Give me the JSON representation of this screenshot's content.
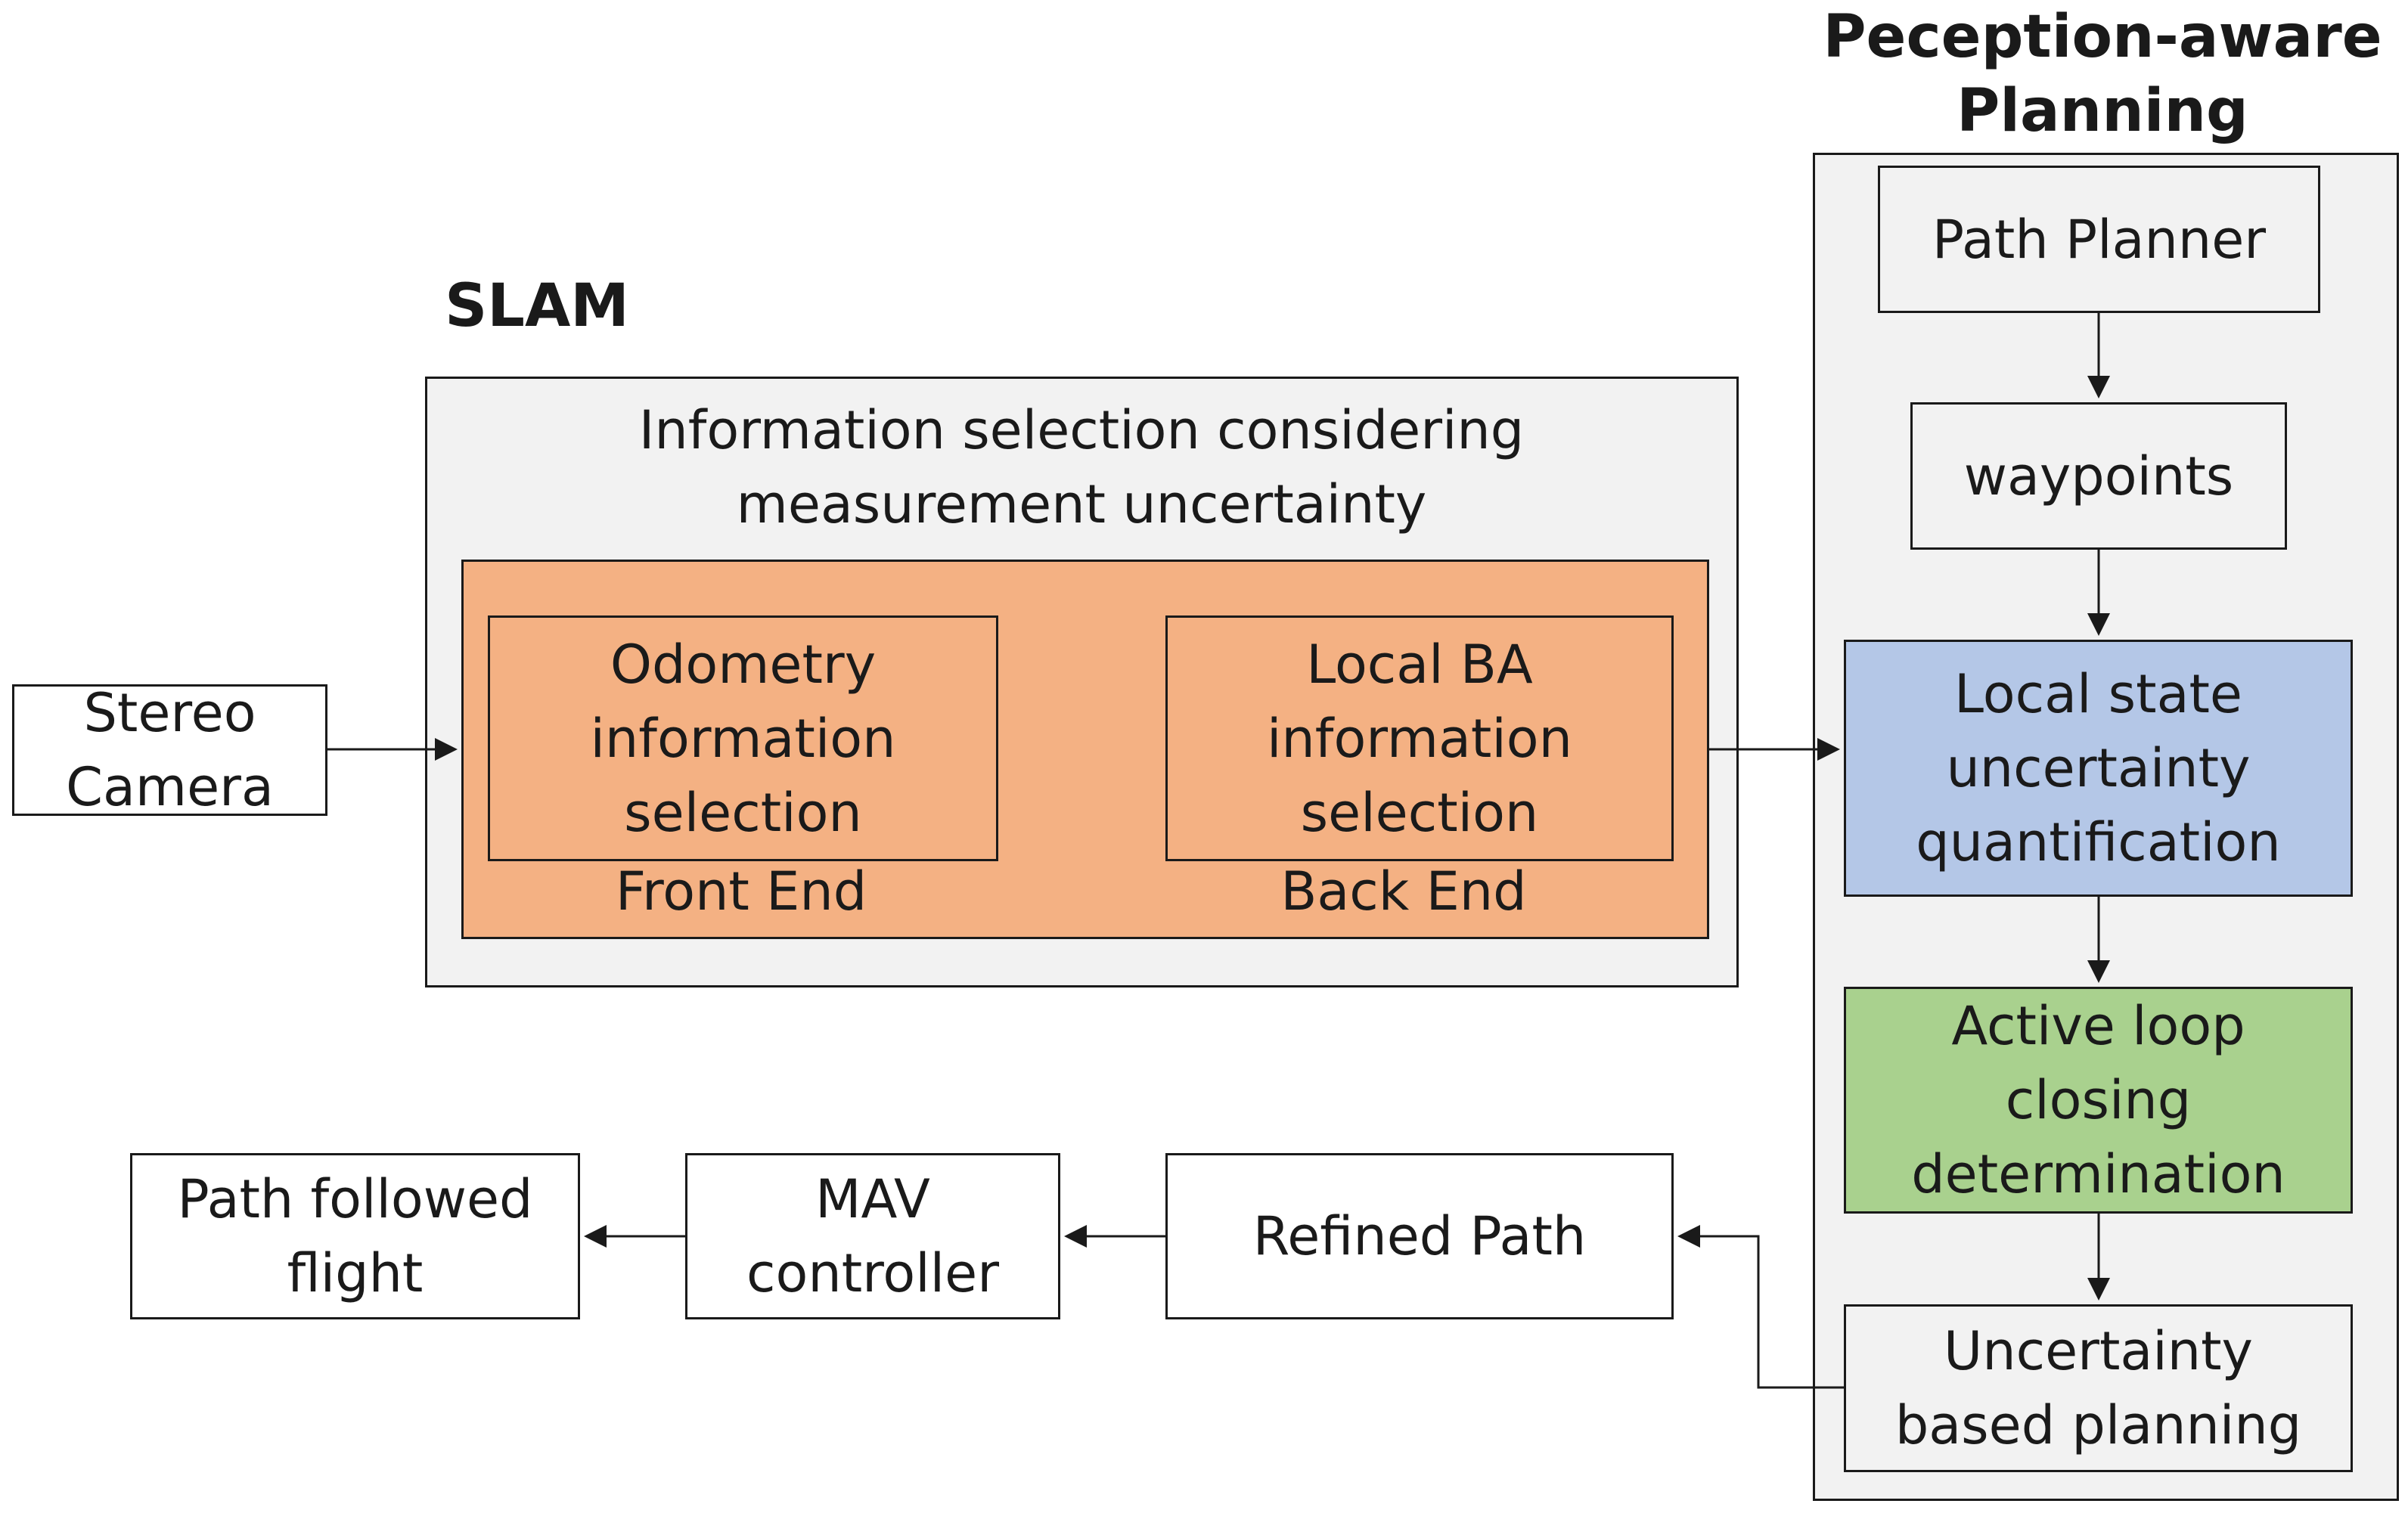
{
  "colors": {
    "group_bg": "#f2f2f2",
    "orange": "#f4b183",
    "blue": "#b4c7e7",
    "green": "#a9d18e",
    "white": "#ffffff",
    "line": "#1a1a1a"
  },
  "input": {
    "stereo_camera": "Stereo\nCamera"
  },
  "slam": {
    "title": "SLAM",
    "header": "Information selection considering\nmeasurement uncertainty",
    "front_end": {
      "box": "Odometry\ninformation\nselection",
      "label": "Front End"
    },
    "back_end": {
      "box": "Local BA\ninformation\nselection",
      "label": "Back End"
    }
  },
  "planning": {
    "title": "Peception-aware\nPlanning",
    "path_planner": "Path Planner",
    "waypoints": "waypoints",
    "local_state": "Local state\nuncertainty\nquantification",
    "active_loop": "Active loop\nclosing\ndetermination",
    "uncertainty_planning": "Uncertainty\nbased planning"
  },
  "output": {
    "refined_path": "Refined Path",
    "mav_controller": "MAV\ncontroller",
    "path_followed": "Path followed\nflight"
  }
}
